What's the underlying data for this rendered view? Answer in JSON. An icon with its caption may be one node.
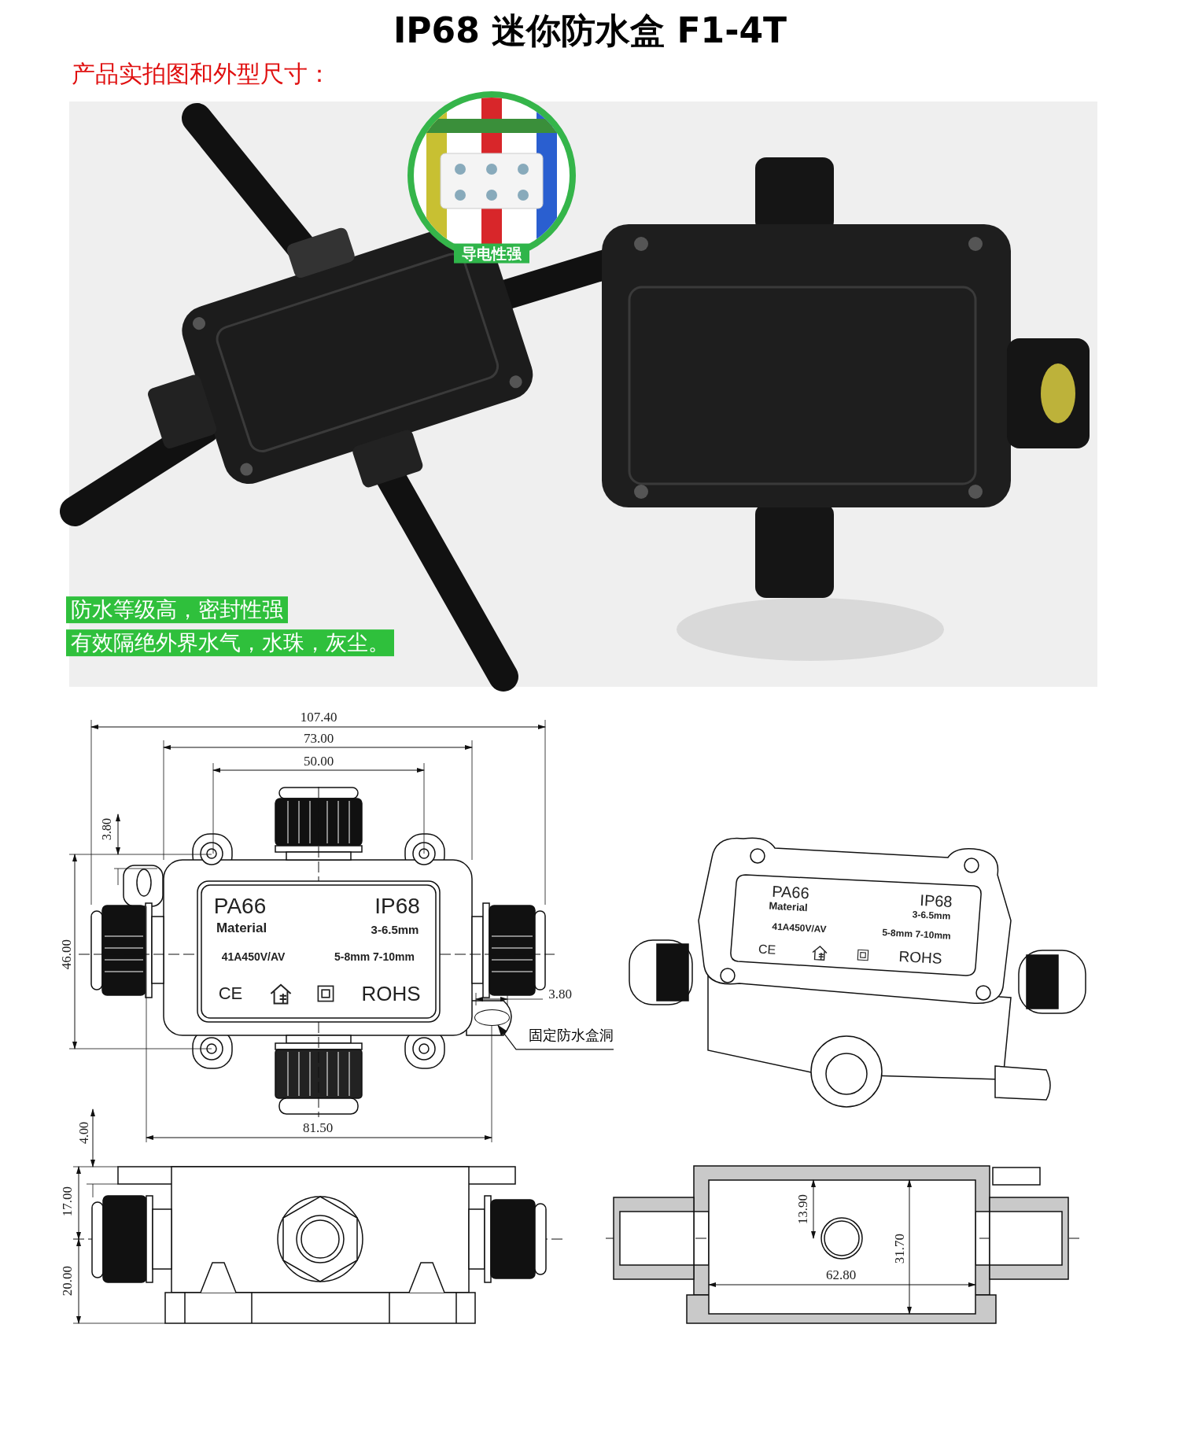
{
  "diagram": {
    "title": "IP68 迷你防水盒 F1-4T",
    "nodes": [
      {
        "text": [
          "固定防水盒洞"
        ]
      },
      {
        "text": [],
        "shape": "circle"
      }
    ],
    "edges": [
      {
        "from": 0,
        "to": 1,
        "arrow": "to"
      }
    ],
    "labels": [
      "产品实拍图和外型尺寸：",
      "导电性强",
      "防水等级高，密封性强",
      "有效隔绝外界水气，水珠，灰尘。",
      "107.40",
      "73.00",
      "50.00",
      "3.80",
      "PA66",
      "Material",
      "IP68",
      "3-6.5mm",
      "41A450V/AV",
      "5-8mm 7-10mm",
      "CE",
      "ROHS",
      "46.00",
      "PA66",
      "Material",
      "IP68",
      "3-6.5mm",
      "41A450V/AV",
      "5-8mm 7-10mm",
      "CE",
      "ROHS",
      "3.80",
      "81.50",
      "4.00",
      "17.00",
      "13.90",
      "20.00",
      "31.70",
      "62.80"
    ]
  }
}
